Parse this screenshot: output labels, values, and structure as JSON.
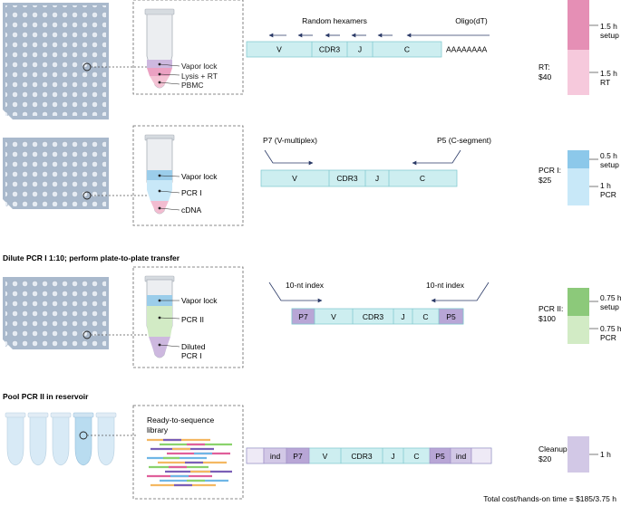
{
  "colors": {
    "segment_teal": "#cdeef0",
    "segment_border": "#7cc6cc",
    "index_purple": "#b8a6d6",
    "plate_blue": "#a9b9cc",
    "rt_setup": "#e58fb5",
    "rt_rt": "#f6c9dc",
    "pcr1_setup": "#8cc8ea",
    "pcr1_pcr": "#c8e8f8",
    "pcr2_setup": "#8cc97a",
    "pcr2_pcr": "#d2ebc5",
    "cleanup": "#d2c8e6"
  },
  "row1": {
    "tube_labels": [
      "Vapor lock",
      "Lysis + RT",
      "PBMC"
    ],
    "primer_labels": [
      "Random hexamers",
      "Oligo(dT)"
    ],
    "segments": [
      "V",
      "CDR3",
      "J",
      "C"
    ],
    "polyA": "AAAAAAAA",
    "cost": {
      "label_line1": "RT:",
      "label_line2": "$40",
      "setup_line1": "1.5 h",
      "setup_line2": "setup",
      "run_line1": "1.5 h",
      "run_line2": "RT"
    }
  },
  "row2": {
    "tube_labels": [
      "Vapor lock",
      "PCR I",
      "cDNA"
    ],
    "primer_labels": [
      "P7 (V-multiplex)",
      "P5 (C-segment)"
    ],
    "segments": [
      "V",
      "CDR3",
      "J",
      "C"
    ],
    "cost": {
      "label_line1": "PCR I:",
      "label_line2": "$25",
      "setup_line1": "0.5 h",
      "setup_line2": "setup",
      "run_line1": "1 h",
      "run_line2": "PCR"
    }
  },
  "row3": {
    "header": "Dilute PCR I 1:10; perform plate-to-plate transfer",
    "tube_labels": [
      "Vapor lock",
      "PCR II",
      "Diluted",
      "PCR I"
    ],
    "primer_labels": [
      "10-nt index",
      "10-nt index"
    ],
    "segments": [
      "P7",
      "V",
      "CDR3",
      "J",
      "C",
      "P5"
    ],
    "cost": {
      "label_line1": "PCR II:",
      "label_line2": "$100",
      "setup_line1": "0.75 h",
      "setup_line2": "setup",
      "run_line1": "0.75 h",
      "run_line2": "PCR"
    }
  },
  "row4": {
    "header": "Pool PCR II in reservoir",
    "library_line1": "Ready-to-sequence",
    "library_line2": "library",
    "segments": [
      "ind",
      "P7",
      "V",
      "CDR3",
      "J",
      "C",
      "P5",
      "ind"
    ],
    "cost": {
      "label_line1": "Cleanup:",
      "label_line2": "$20",
      "run_line1": "1 h"
    }
  },
  "total": "Total cost/hands-on time = $185/3.75 h"
}
